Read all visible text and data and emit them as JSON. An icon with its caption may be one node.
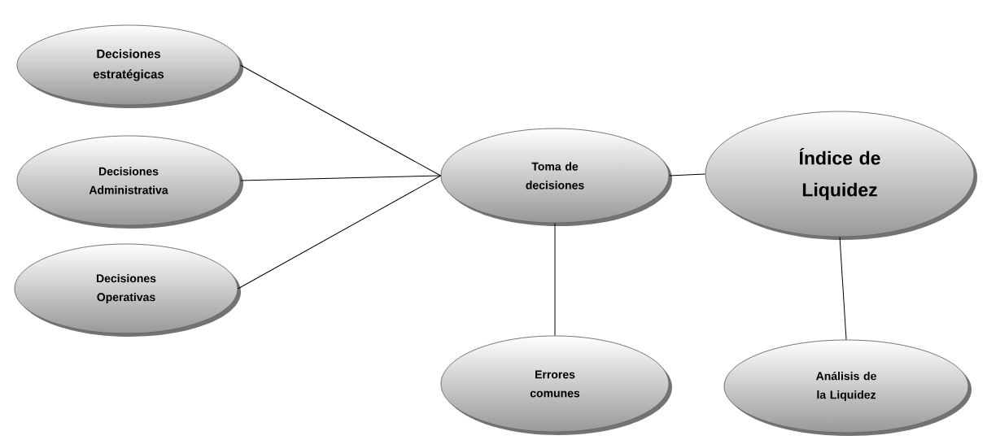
{
  "diagram": {
    "nodes": [
      {
        "text": [
          "Decisiones estratégicas"
        ]
      },
      {
        "text": [
          "Decisiones Administrativa"
        ]
      },
      {
        "text": [
          "Decisiones Operativas"
        ]
      },
      {
        "text": [
          "Toma de decisiones"
        ]
      },
      {
        "text": [
          "Índice de Liquidez"
        ]
      },
      {
        "text": [
          "Errores comunes"
        ]
      },
      {
        "text": [
          "Análisis de la Liquidez"
        ]
      }
    ],
    "edges": [
      {
        "from": 0,
        "to": 3,
        "arrow": "none"
      },
      {
        "from": 1,
        "to": 3,
        "arrow": "none"
      },
      {
        "from": 2,
        "to": 3,
        "arrow": "none"
      },
      {
        "from": 3,
        "to": 4,
        "arrow": "none"
      },
      {
        "from": 3,
        "to": 5,
        "arrow": "none"
      },
      {
        "from": 4,
        "to": 6,
        "arrow": "none"
      }
    ]
  }
}
